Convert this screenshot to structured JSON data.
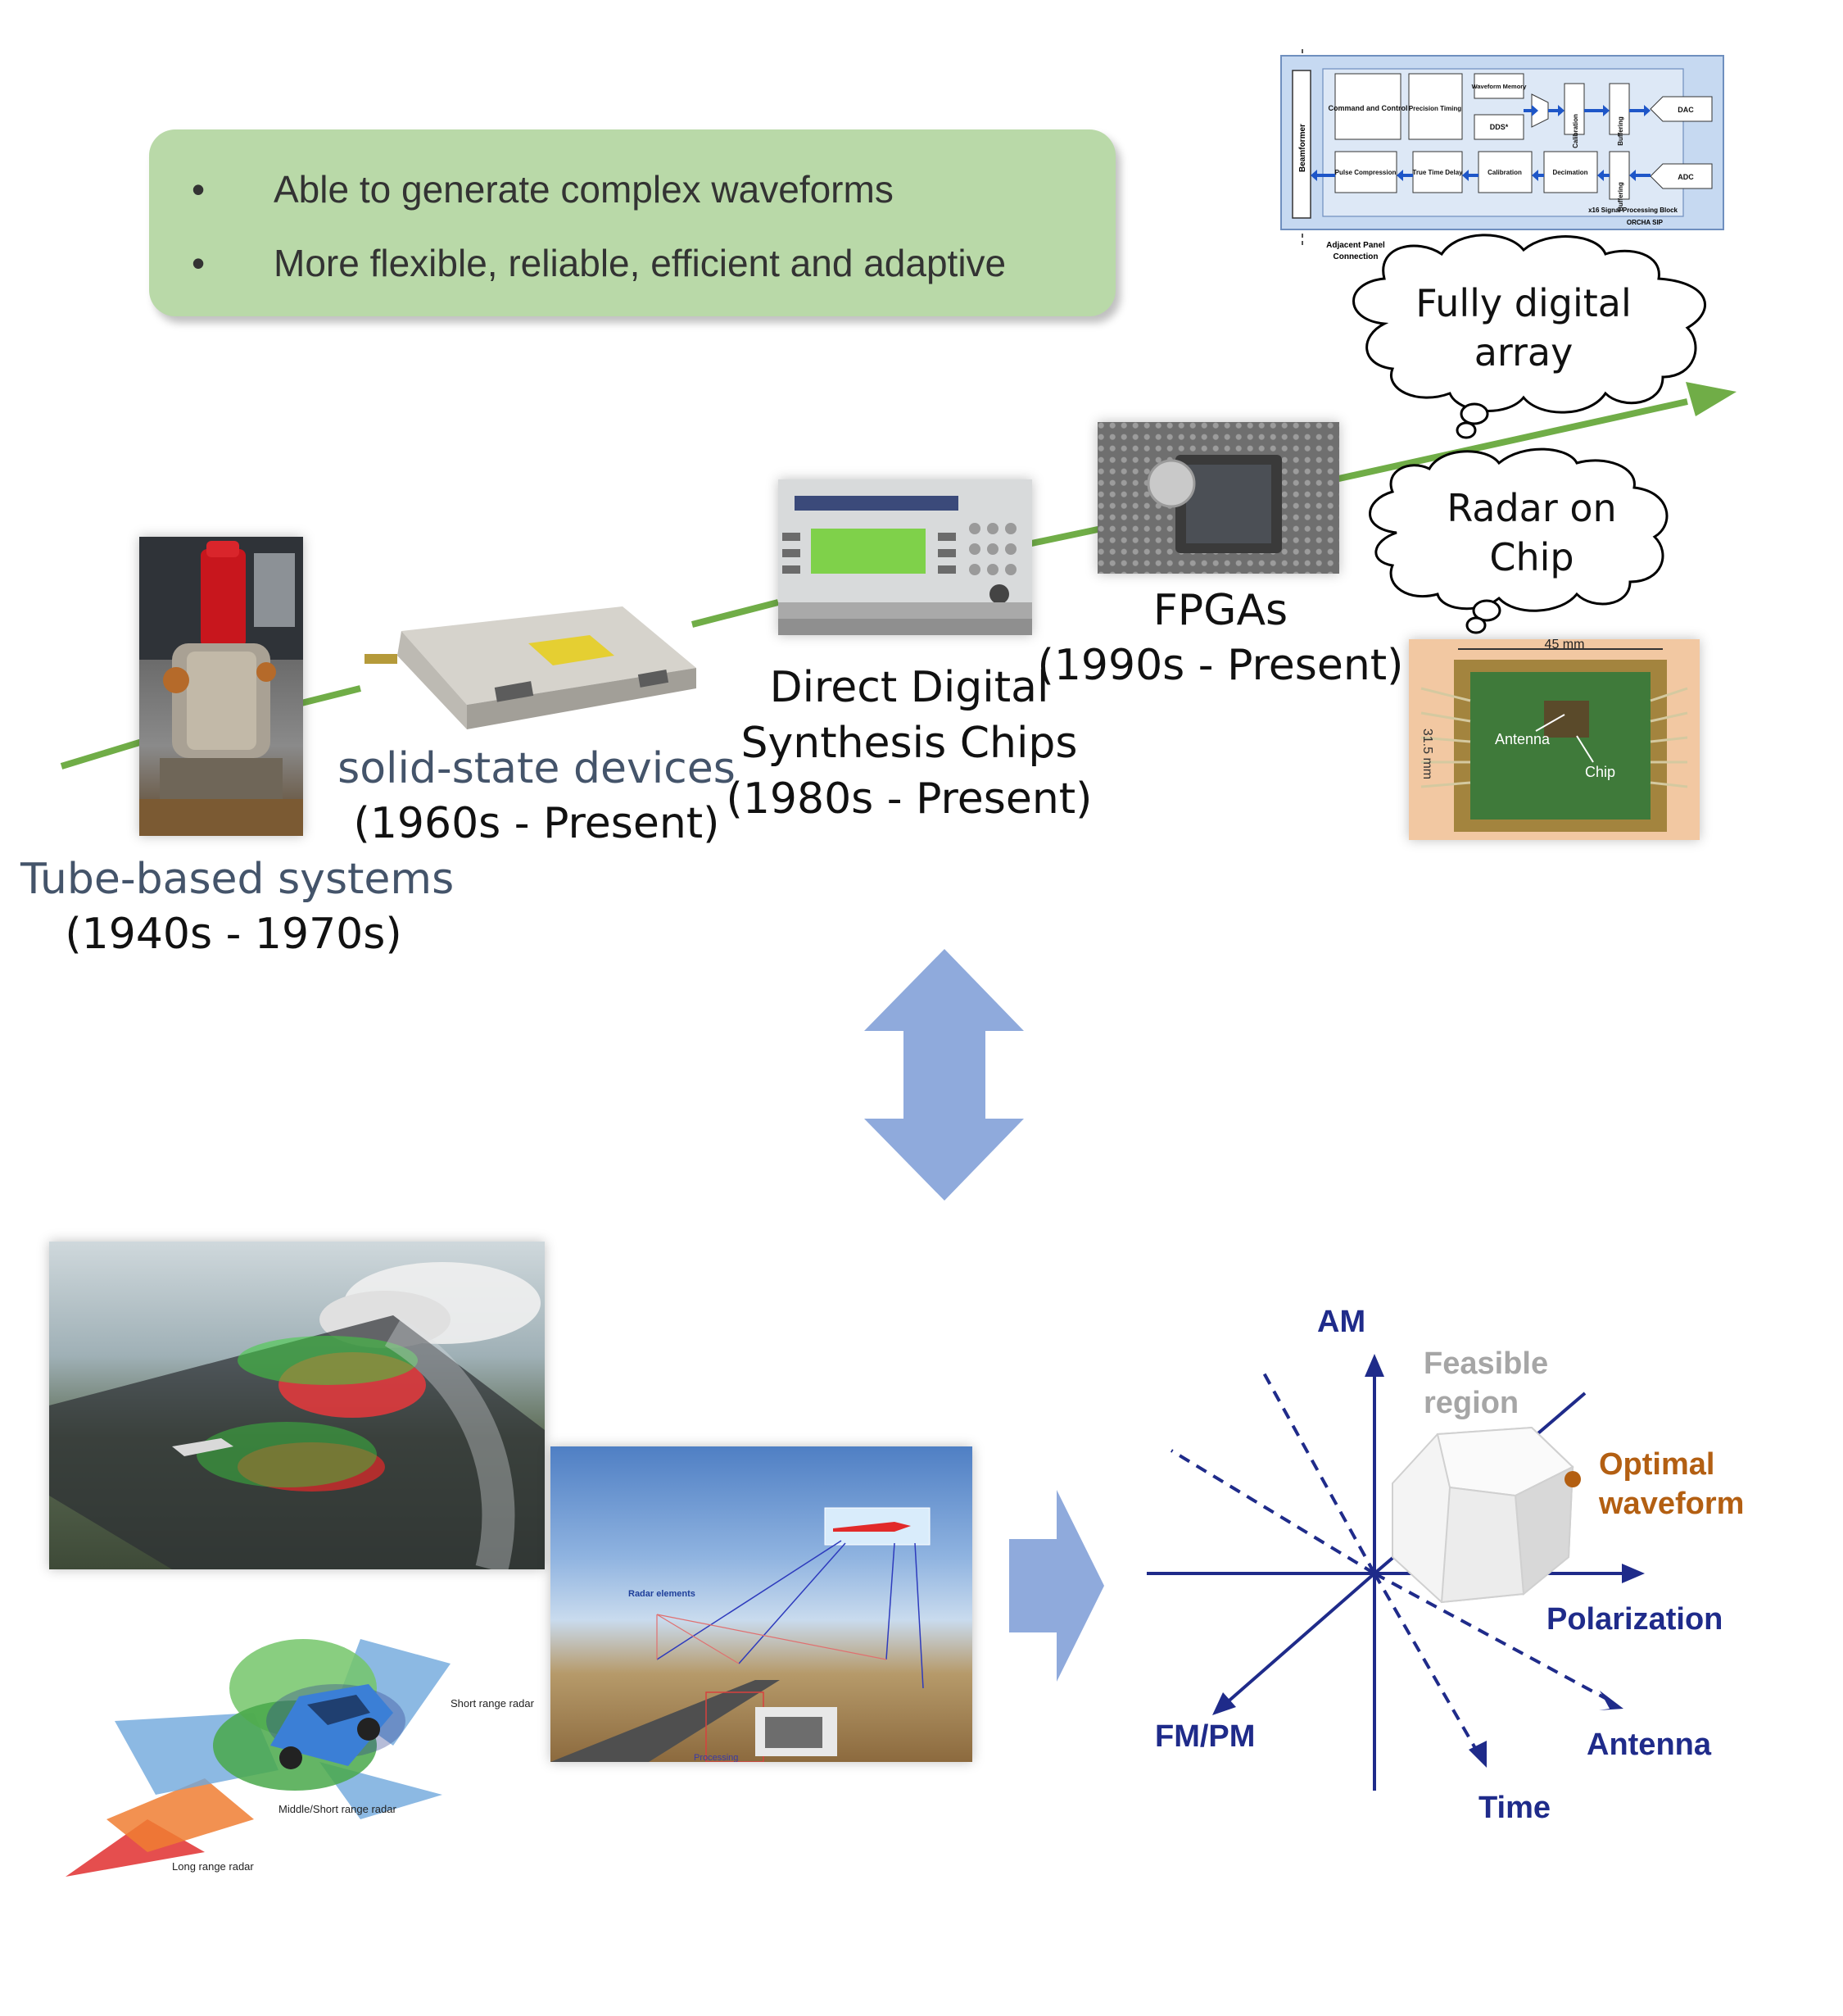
{
  "callout": {
    "bullets": [
      "Able to generate complex waveforms",
      "More flexible, reliable, efficient and adaptive"
    ]
  },
  "timeline": {
    "eras": [
      {
        "name": "Tube-based systems",
        "period": "(1940s - 1970s)"
      },
      {
        "name": "solid-state devices",
        "period": "(1960s - Present)"
      },
      {
        "name_lines": [
          "Direct Digital",
          "Synthesis Chips"
        ],
        "period": "(1980s - Present)"
      },
      {
        "name": "FPGAs",
        "period": "(1990s - Present)"
      }
    ],
    "line_color": "#70ad47"
  },
  "clouds": {
    "fully_digital": [
      "Fully digital",
      "array"
    ],
    "radar_on_chip": [
      "Radar on",
      "Chip"
    ]
  },
  "block_diagram": {
    "blocks": {
      "command": "Command and Control",
      "timing": "Precision Timing",
      "waveform_memory": "Waveform Memory",
      "dds": "DDS*",
      "calibration": "Calibration",
      "buffering": "Buffering",
      "dac": "DAC",
      "adc": "ADC",
      "decimation": "Decimation",
      "true_time_delay": "True Time Delay",
      "pulse_compression": "Pulse Compression",
      "beamformer": "Beamformer"
    },
    "footer_block": "x16 Signal Processing Block",
    "footer_sip": "ORCHA SIP",
    "adjacent": [
      "Adjacent Panel",
      "Connection"
    ]
  },
  "chip_photo": {
    "width_label": "45 mm",
    "height_label": "31.5 mm",
    "antenna": "Antenna",
    "chip": "Chip"
  },
  "scenes": {
    "radar_elements": "Radar elements",
    "short_range": "Short range radar",
    "middle_short_range": "Middle/Short range radar",
    "long_range": "Long range radar",
    "processing": "Processing"
  },
  "waveform_space": {
    "axes": {
      "am": "AM",
      "polarization": "Polarization",
      "fm_pm": "FM/PM",
      "time": "Time",
      "antenna": "Antenna"
    },
    "feasible": [
      "Feasible",
      "region"
    ],
    "optimal": [
      "Optimal",
      "waveform"
    ],
    "colors": {
      "axis": "#1f2b8a",
      "feasible": "#a6a6a6",
      "optimal": "#b35f12"
    }
  },
  "colors": {
    "arrow": "#8faadc",
    "callout_bg": "#b9d9a8",
    "era_gray": "#44546a"
  }
}
